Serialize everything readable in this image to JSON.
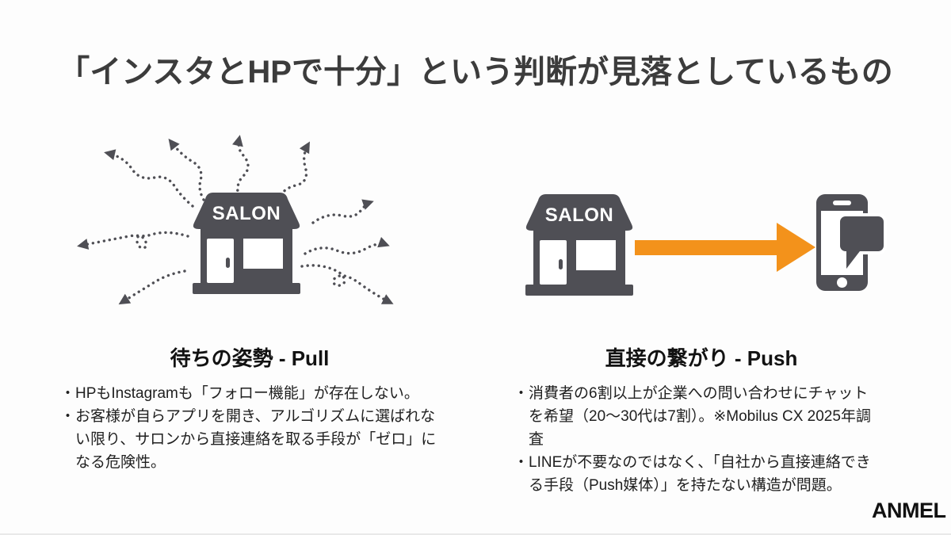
{
  "title": "「インスタとHPで十分」という判断が見落としているもの",
  "left": {
    "store_label": "SALON",
    "heading": "待ちの姿勢 - Pull",
    "bullets": [
      "・HPもInstagramも「フォロー機能」が存在しない。",
      "・お客様が自らアプリを開き、アルゴリズムに選ばれない限り、サロンから直接連絡を取る手段が「ゼロ」になる危険性。"
    ]
  },
  "right": {
    "store_label": "SALON",
    "heading": "直接の繋がり - Push",
    "bullets": [
      "・消費者の6割以上が企業への問い合わせにチャットを希望（20〜30代は7割）。※Mobilus CX 2025年調査",
      "・LINEが不要なのではなく、「自社から直接連絡できる手段（Push媒体）」を持たない構造が問題。"
    ]
  },
  "footer": {
    "logo_text": "ANMEL"
  },
  "colors": {
    "icon_gray": "#4F4F55",
    "arrow_orange": "#F3921B",
    "title_text": "#3C3C3C",
    "heading_text": "#121212",
    "body_text": "#202020",
    "background": "#FDFDFD"
  }
}
